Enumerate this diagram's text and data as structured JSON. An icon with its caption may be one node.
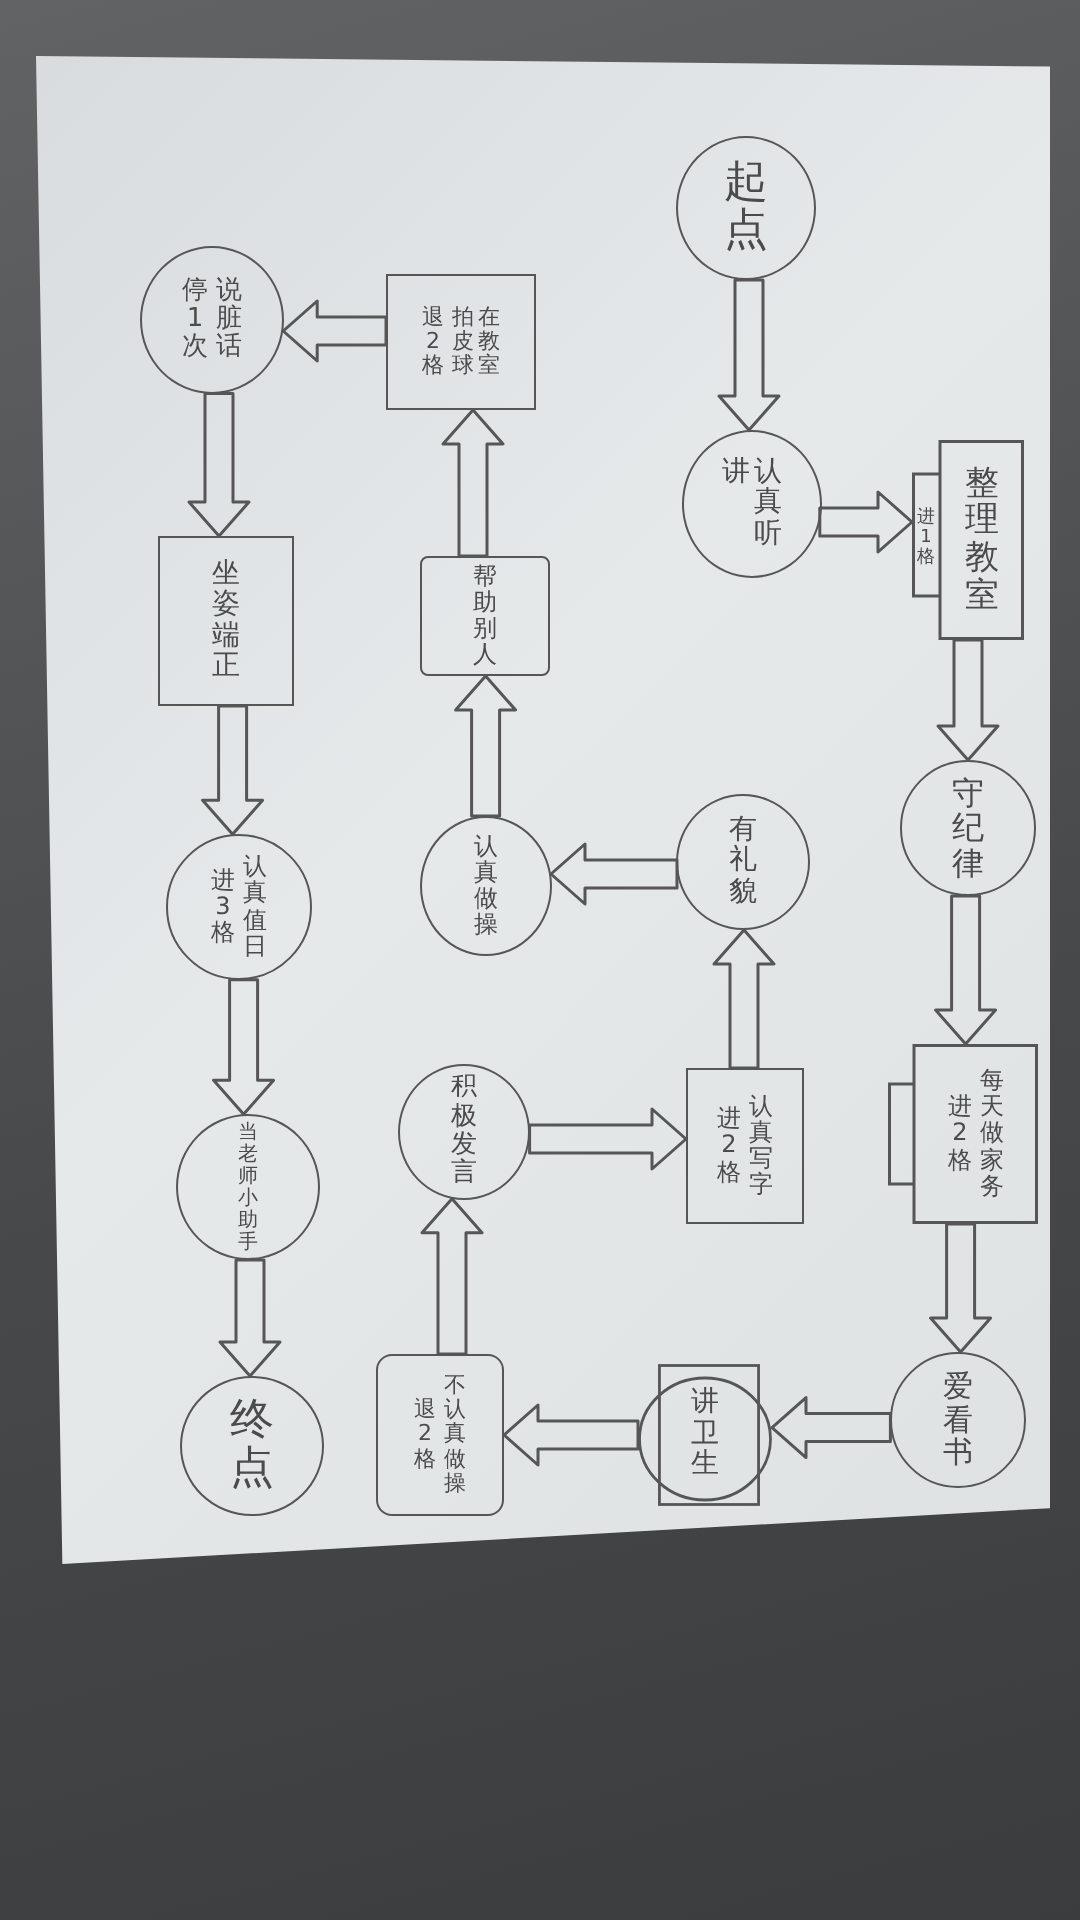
{
  "diagram": {
    "nodes": [
      {
        "text": [
          "起点"
        ]
      },
      {
        "text": [
          "认真听讲"
        ]
      },
      {
        "text": [
          "进1格",
          "整理教室"
        ]
      },
      {
        "text": [
          "守纪律"
        ]
      },
      {
        "text": [
          "进2格",
          "每天做家务"
        ]
      },
      {
        "text": [
          "爱看书"
        ]
      },
      {
        "text": [
          "讲卫生"
        ]
      },
      {
        "text": [
          "退2格",
          "不认真做操"
        ]
      },
      {
        "text": [
          "积极发言"
        ]
      },
      {
        "text": [
          "进2格",
          "认真写字"
        ]
      },
      {
        "text": [
          "有礼貌"
        ]
      },
      {
        "text": [
          "认真做操"
        ]
      },
      {
        "text": [
          "帮助别人"
        ]
      },
      {
        "text": [
          "退2格",
          "在教室拍皮球"
        ]
      },
      {
        "text": [
          "停1次",
          "说脏话"
        ]
      },
      {
        "text": [
          "坐姿端正"
        ]
      },
      {
        "text": [
          "进3格",
          "认真值日"
        ]
      },
      {
        "text": [
          "当老师小助手"
        ]
      },
      {
        "text": [
          "终点"
        ]
      }
    ],
    "edges": [
      {
        "from": 0,
        "to": 1,
        "arrow": "to"
      },
      {
        "from": 1,
        "to": 2,
        "arrow": "to"
      },
      {
        "from": 2,
        "to": 3,
        "arrow": "to"
      },
      {
        "from": 3,
        "to": 4,
        "arrow": "to"
      },
      {
        "from": 4,
        "to": 5,
        "arrow": "to"
      },
      {
        "from": 5,
        "to": 6,
        "arrow": "to"
      },
      {
        "from": 6,
        "to": 7,
        "arrow": "to"
      },
      {
        "from": 7,
        "to": 8,
        "arrow": "to"
      },
      {
        "from": 8,
        "to": 9,
        "arrow": "to"
      },
      {
        "from": 9,
        "to": 10,
        "arrow": "to"
      },
      {
        "from": 10,
        "to": 11,
        "arrow": "to"
      },
      {
        "from": 11,
        "to": 12,
        "arrow": "to"
      },
      {
        "from": 12,
        "to": 13,
        "arrow": "to"
      },
      {
        "from": 13,
        "to": 14,
        "arrow": "to"
      },
      {
        "from": 14,
        "to": 15,
        "arrow": "to"
      },
      {
        "from": 15,
        "to": 16,
        "arrow": "to"
      },
      {
        "from": 16,
        "to": 17,
        "arrow": "to"
      },
      {
        "from": 17,
        "to": 18,
        "arrow": "to"
      }
    ]
  }
}
